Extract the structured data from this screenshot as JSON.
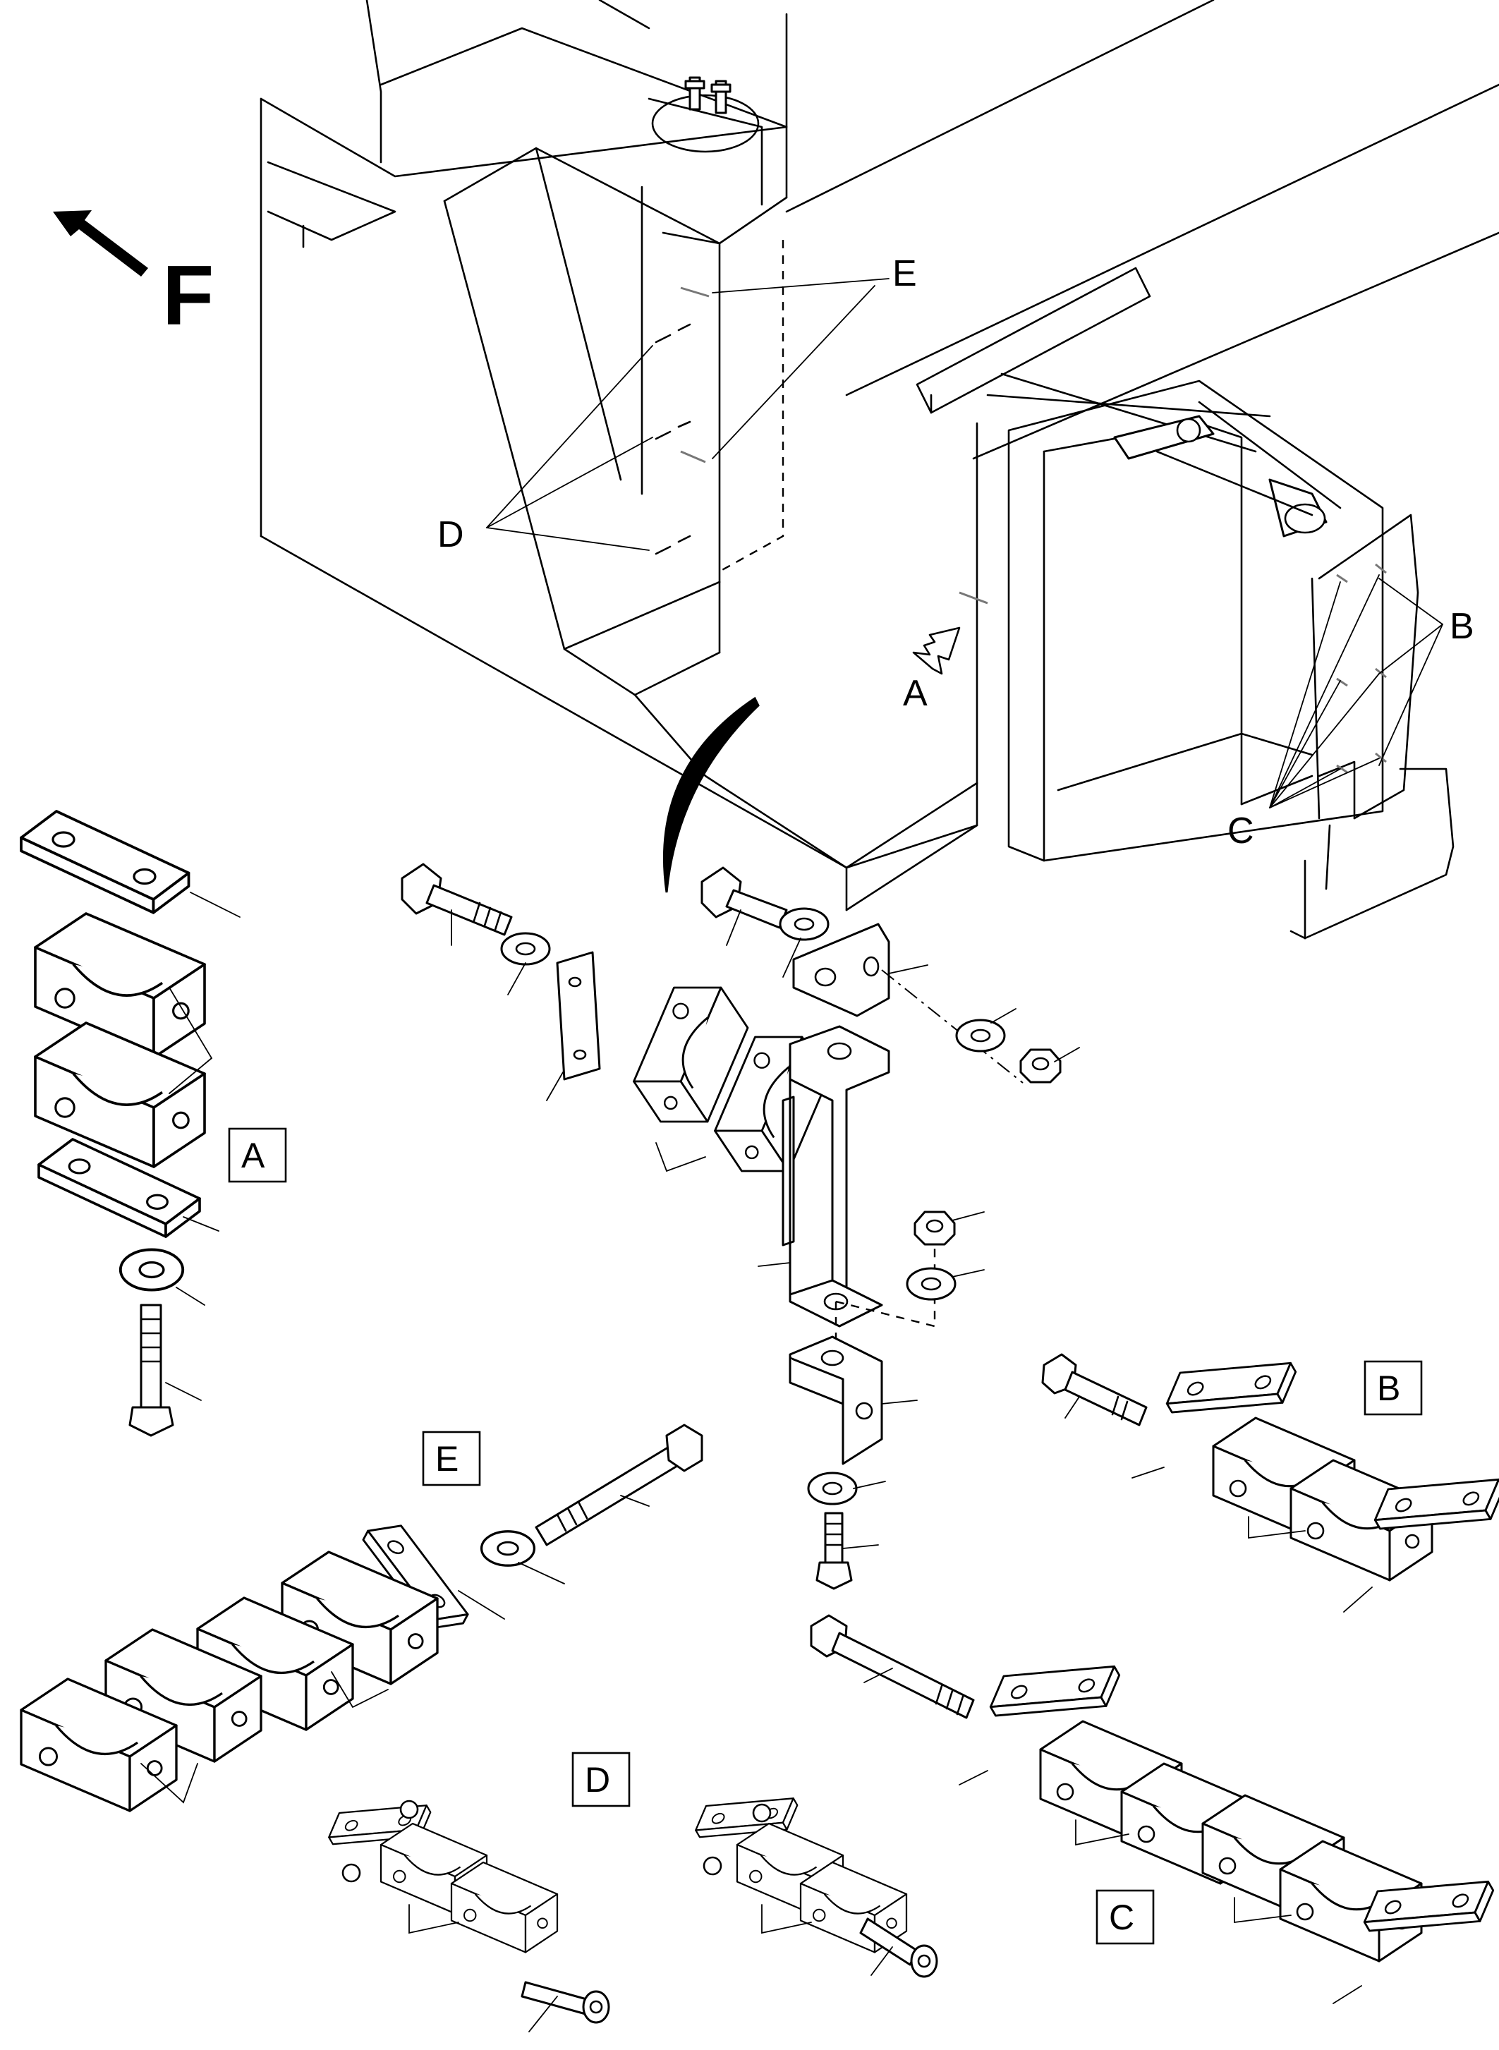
{
  "figure": {
    "callouts": {
      "forward_letter": "F",
      "A": "A",
      "B": "B",
      "C": "C",
      "D": "D",
      "E": "E"
    },
    "detail_boxes": {
      "A": "A",
      "B": "B",
      "C": "C",
      "D": "D",
      "E": "E"
    }
  }
}
